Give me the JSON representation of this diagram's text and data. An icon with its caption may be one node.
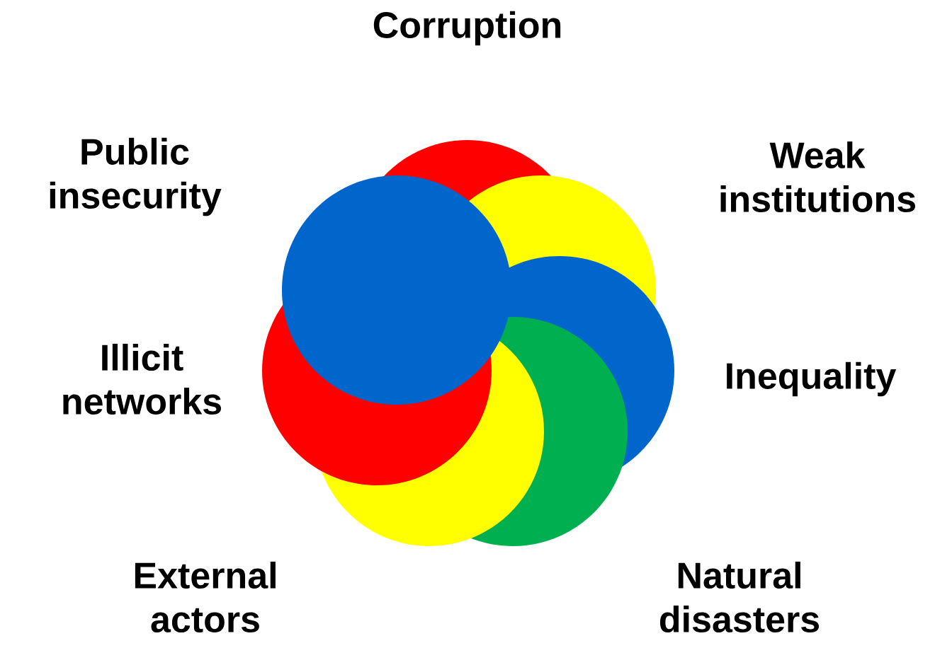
{
  "diagram": {
    "labels": [
      "Corruption",
      "Public insecurity",
      "Weak institutions",
      "Illicit networks",
      "Inequality",
      "External actors",
      "Natural disasters"
    ]
  }
}
